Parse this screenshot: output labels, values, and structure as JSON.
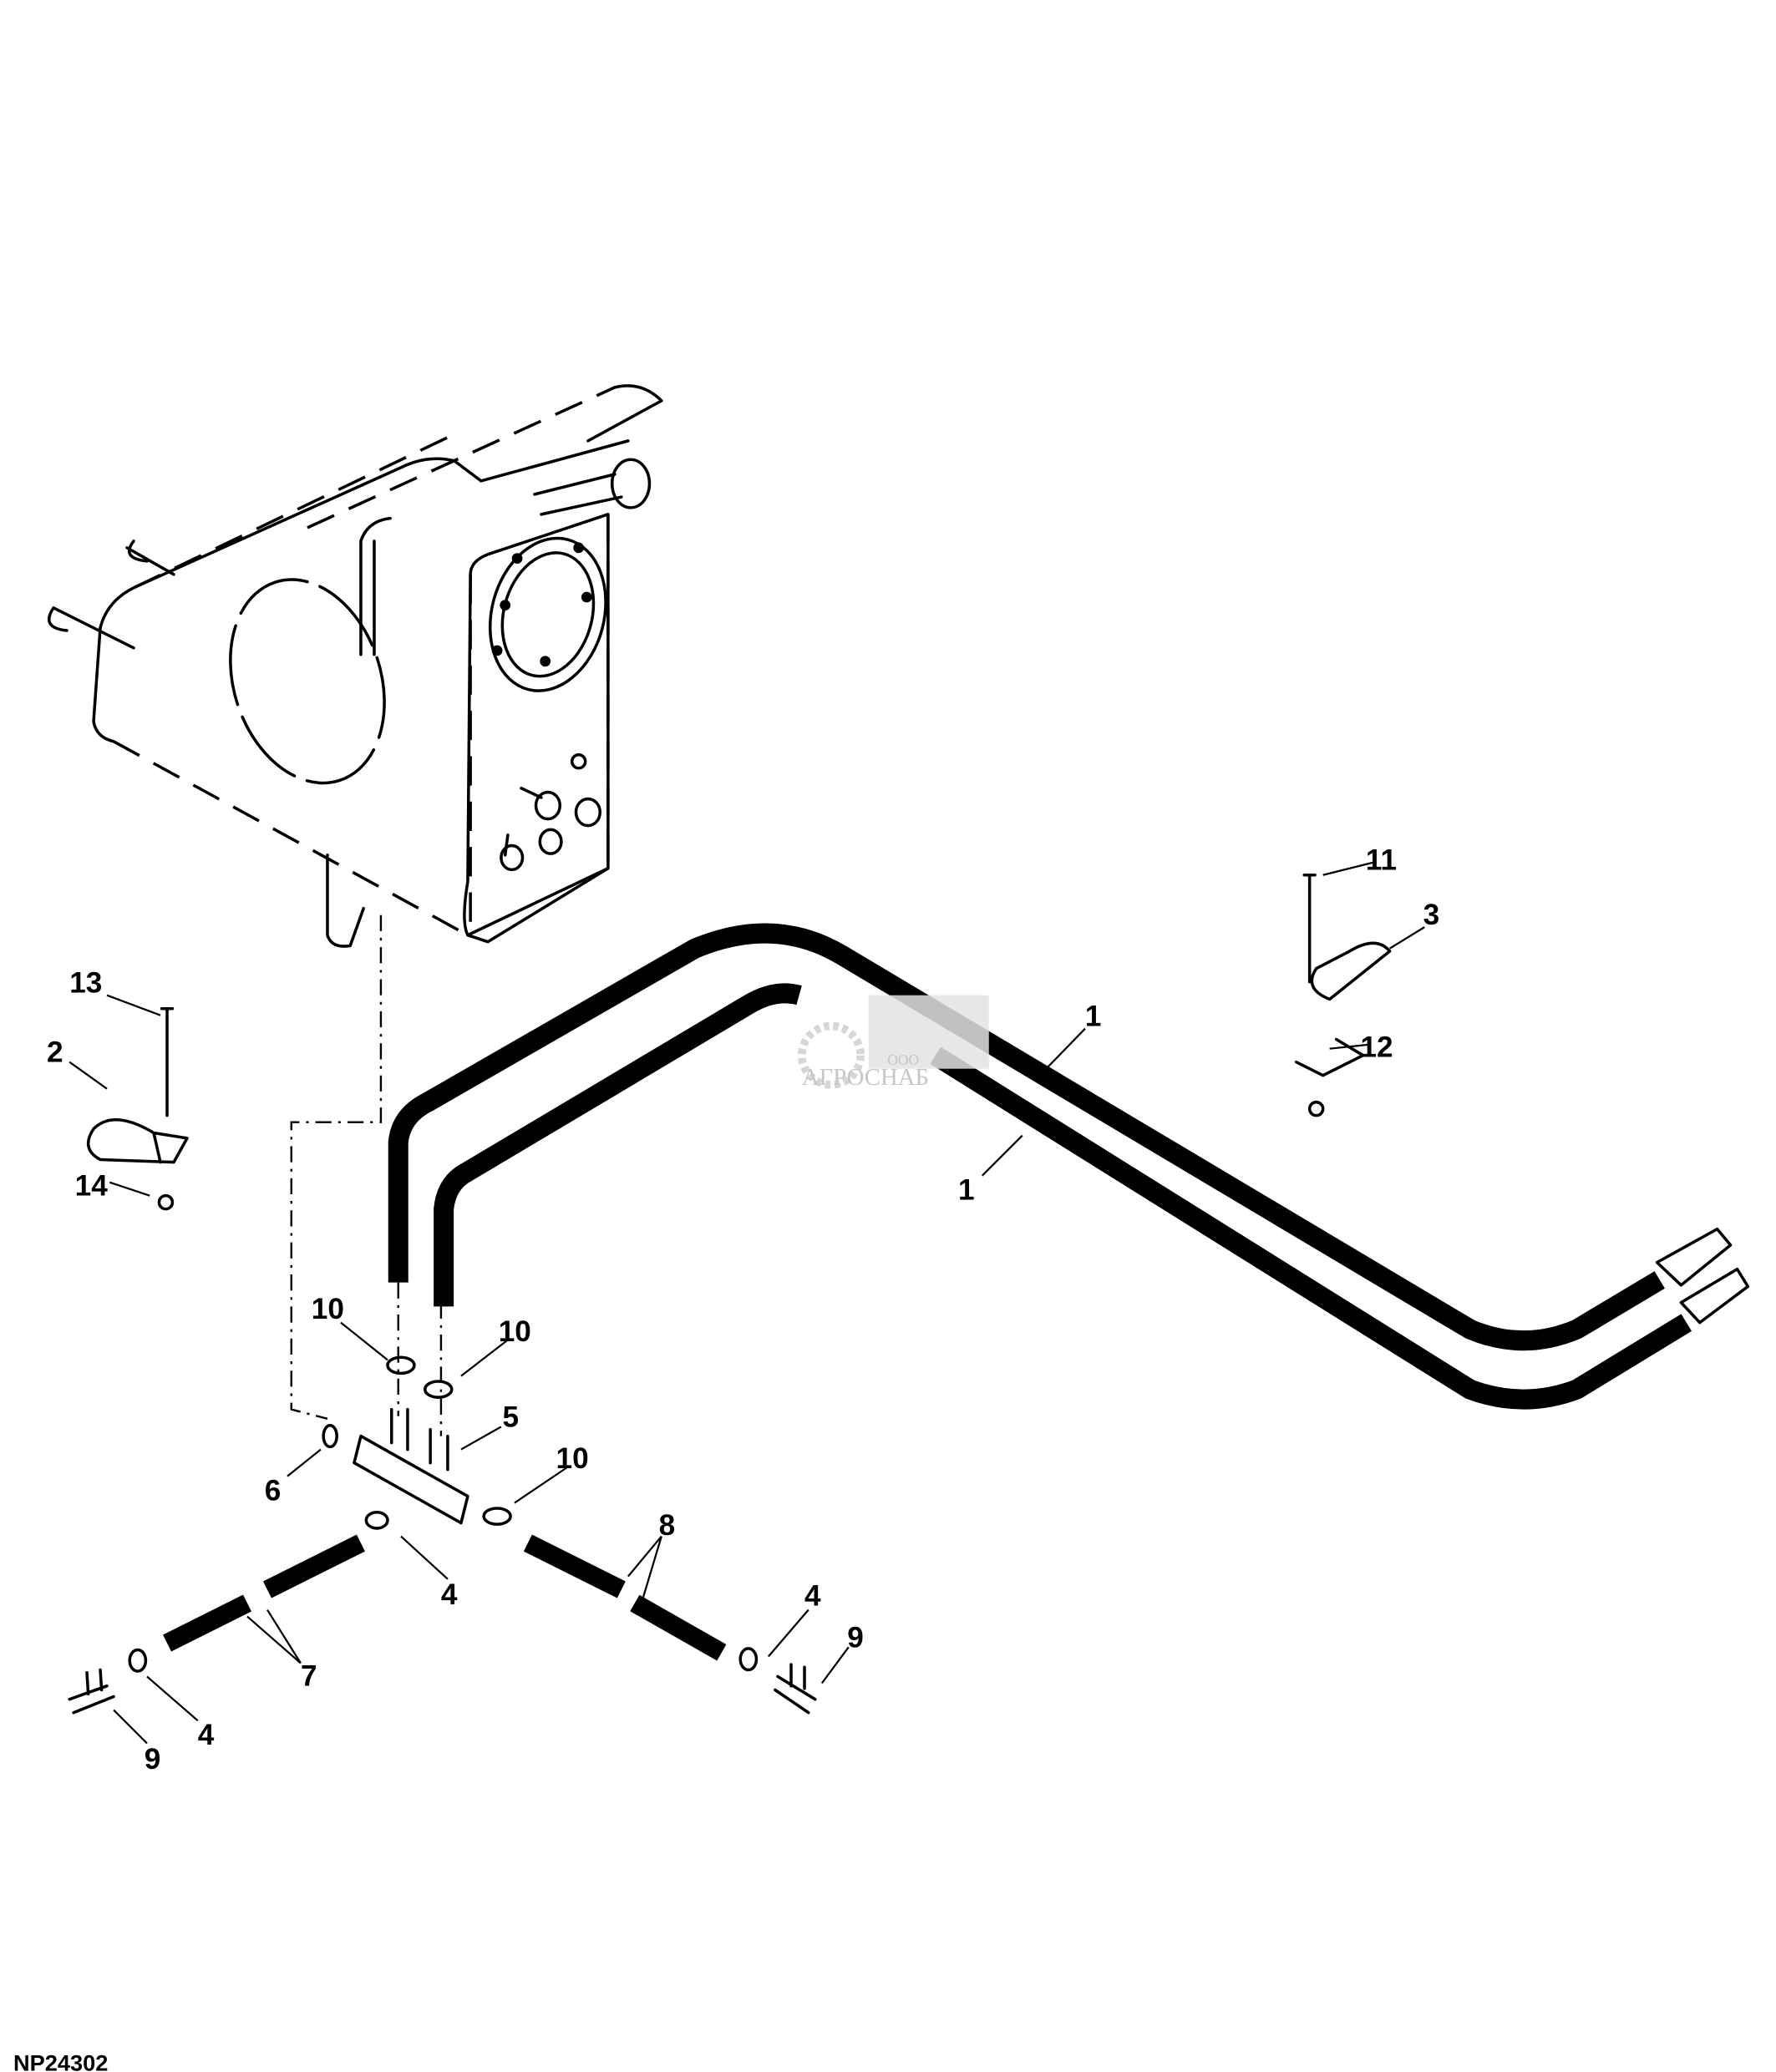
{
  "diagram": {
    "figure_id": "NP24302",
    "callouts": [
      "1",
      "1",
      "2",
      "3",
      "4",
      "4",
      "4",
      "5",
      "6",
      "7",
      "8",
      "9",
      "9",
      "10",
      "10",
      "10",
      "11",
      "12",
      "13",
      "14"
    ],
    "watermark": {
      "prefix": "ООО",
      "name": "АГРОСНАБ"
    }
  }
}
